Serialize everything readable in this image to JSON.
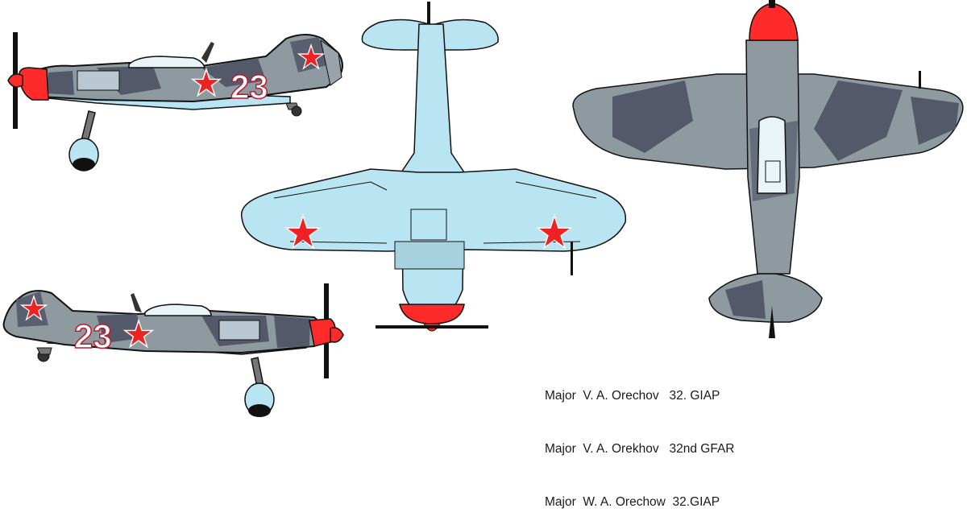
{
  "aircraft_markings": {
    "tactical_number": "23"
  },
  "colors": {
    "underside_blue": "#b9e4f2",
    "camo_light_grey": "#8e9aa0",
    "camo_dark_grey": "#54596a",
    "nose_red": "#ff2a2a",
    "star_red": "#ee2222",
    "outline": "#111111"
  },
  "caption": {
    "lines": [
      "Major  V. A. Orechov   32. GIAP",
      "Major  V. A. Orekhov   32nd GFAR",
      "Major  W. A. Orechow  32.GIAP"
    ]
  }
}
